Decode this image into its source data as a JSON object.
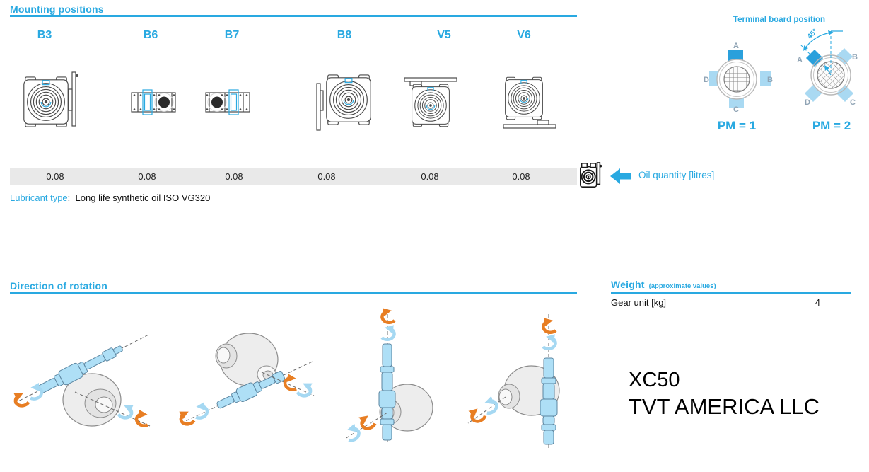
{
  "colors": {
    "accent": "#29a9e1",
    "tab_dark": "#2aa0dc",
    "tab_light": "#a9d9f2",
    "arrow_orange": "#e87e23",
    "arrow_blue": "#a5d8f2",
    "shaft_blue": "#aedff6",
    "band_gray": "#e9e9e9",
    "letter_gray": "#8fa3b4"
  },
  "mounting": {
    "title": "Mounting positions",
    "columns": [
      {
        "position": "B3",
        "oil": "0.08"
      },
      {
        "position": "B6",
        "oil": "0.08"
      },
      {
        "position": "B7",
        "oil": "0.08"
      },
      {
        "position": "B8",
        "oil": "0.08"
      },
      {
        "position": "V5",
        "oil": "0.08"
      },
      {
        "position": "V6",
        "oil": "0.08"
      }
    ],
    "oil_label": "Oil quantity [litres]",
    "lubricant_label": "Lubricant type",
    "lubricant_colon": ":",
    "lubricant_value": "Long life synthetic oil ISO VG320"
  },
  "terminal_board": {
    "title": "Terminal board position",
    "pm1": {
      "label": "PM = 1",
      "letters": [
        "A",
        "B",
        "C",
        "D"
      ]
    },
    "pm2": {
      "label": "PM = 2",
      "letters": [
        "A",
        "B",
        "C",
        "D"
      ],
      "angle": "45°"
    }
  },
  "rotation": {
    "title": "Direction of rotation"
  },
  "weight": {
    "title": "Weight",
    "subtitle": "(approximate values)",
    "rows": [
      {
        "label": "Gear unit [kg]",
        "value": "4"
      }
    ]
  },
  "brand": {
    "model": "XC50",
    "company": "TVT AMERICA LLC"
  }
}
